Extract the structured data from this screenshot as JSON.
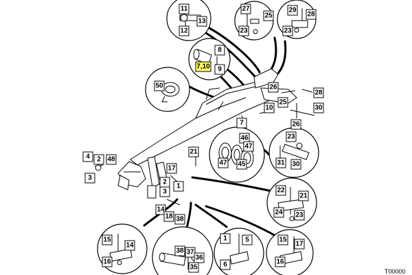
{
  "colors": {
    "highlight": "#ffff66",
    "line": "#000000",
    "background": "#ffffff"
  },
  "labels": {
    "l11": "11",
    "l12": "12",
    "l13": "13",
    "l27a": "27",
    "l25a": "25",
    "l23a": "23",
    "l29": "29",
    "l28a": "28",
    "l23b": "23",
    "l8": "8",
    "l710": "7,10",
    "l9": "9",
    "l50": "50",
    "l26": "26",
    "l28b": "28",
    "l25b": "25",
    "l10": "10",
    "l30a": "30",
    "l26b": "26",
    "l7": "7",
    "l46": "46",
    "l47a": "47",
    "l47b": "47",
    "l45": "45",
    "l23c": "23",
    "l31": "31",
    "l30b": "30",
    "l4": "4",
    "l2a": "2",
    "l48": "48",
    "l3a": "3",
    "l21a": "21",
    "l17a": "17",
    "l2b": "2",
    "l3b": "3",
    "l1a": "1",
    "l14a": "14",
    "l18": "18",
    "l38a": "38",
    "l22": "22",
    "l21b": "21",
    "l24": "24",
    "l23d": "23",
    "l15a": "15",
    "l14b": "14",
    "l16a": "16",
    "l38b": "38",
    "l37": "37",
    "l36": "36",
    "l35": "35",
    "l1b": "1",
    "l5": "5",
    "l6": "6",
    "l15b": "15",
    "l17b": "17",
    "l16b": "16"
  },
  "corner_code": "T00000"
}
